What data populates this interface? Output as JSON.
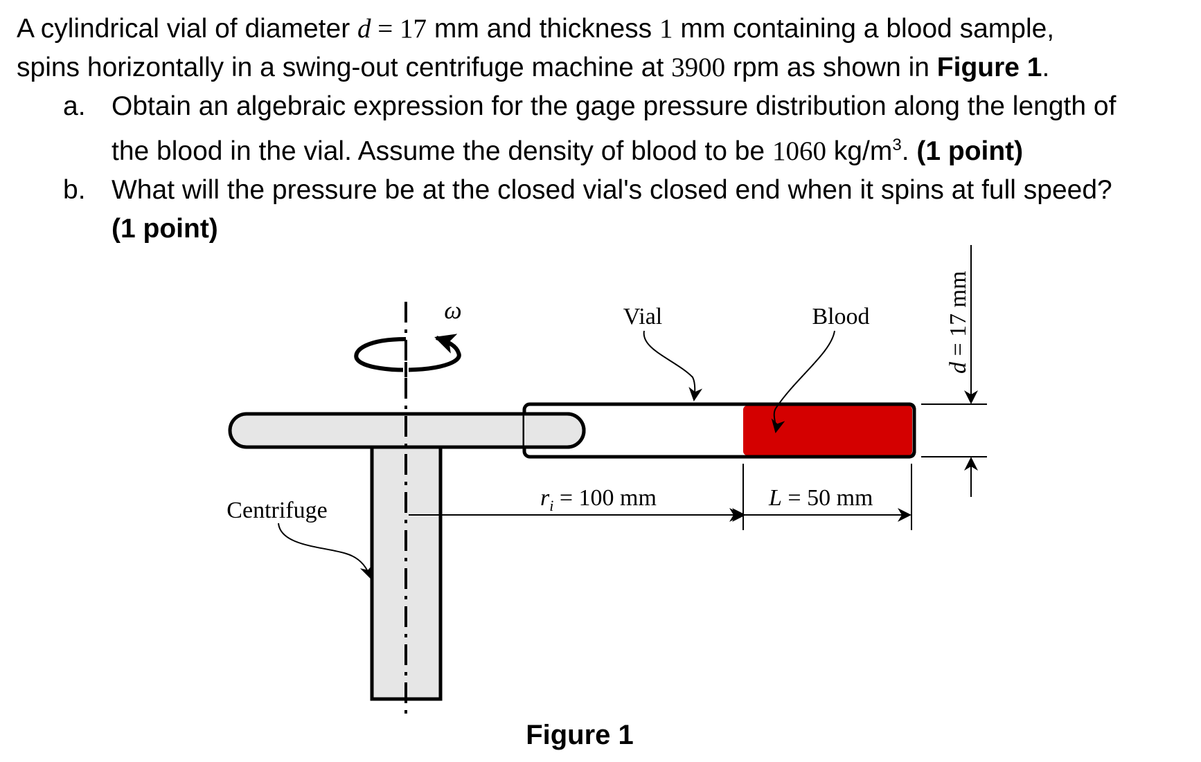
{
  "problem": {
    "intro_1": "A cylindrical vial of diameter ",
    "d_sym": "d",
    "eq": " = ",
    "d_val": "17",
    "intro_2": " mm and thickness ",
    "thick_val": "1",
    "intro_3": " mm containing a blood sample,",
    "intro_4": "spins horizontally in a swing-out centrifuge machine at ",
    "rpm_val": "3900",
    "intro_5": " rpm as shown in ",
    "fig_ref": "Figure 1",
    "intro_6": ".",
    "items": [
      {
        "marker": "a.",
        "text_1": "Obtain an algebraic expression for the gage pressure distribution along the length of",
        "text_2": "the blood in the vial. Assume the density of blood to be ",
        "density_val": "1060",
        "unit": " kg/m",
        "unit_sup": "3",
        "text_3": ". ",
        "points": "(1 point)"
      },
      {
        "marker": "b.",
        "text_1": "What will the pressure be at the closed vial's closed end when it spins at full speed?",
        "points": "(1 point)"
      }
    ]
  },
  "figure": {
    "caption": "Figure 1",
    "labels": {
      "omega": "ω",
      "vial": "Vial",
      "blood": "Blood",
      "centrifuge": "Centrifuge",
      "ri_sym": "r",
      "ri_sub": "i",
      "ri_eq": " = 100 mm",
      "L_sym": "L",
      "L_eq": " = 50 mm",
      "d_sym": "d",
      "d_eq": " = 17 mm"
    },
    "colors": {
      "blood": "#d40000",
      "arm_fill": "#e6e6e6",
      "stroke": "#000000"
    }
  }
}
